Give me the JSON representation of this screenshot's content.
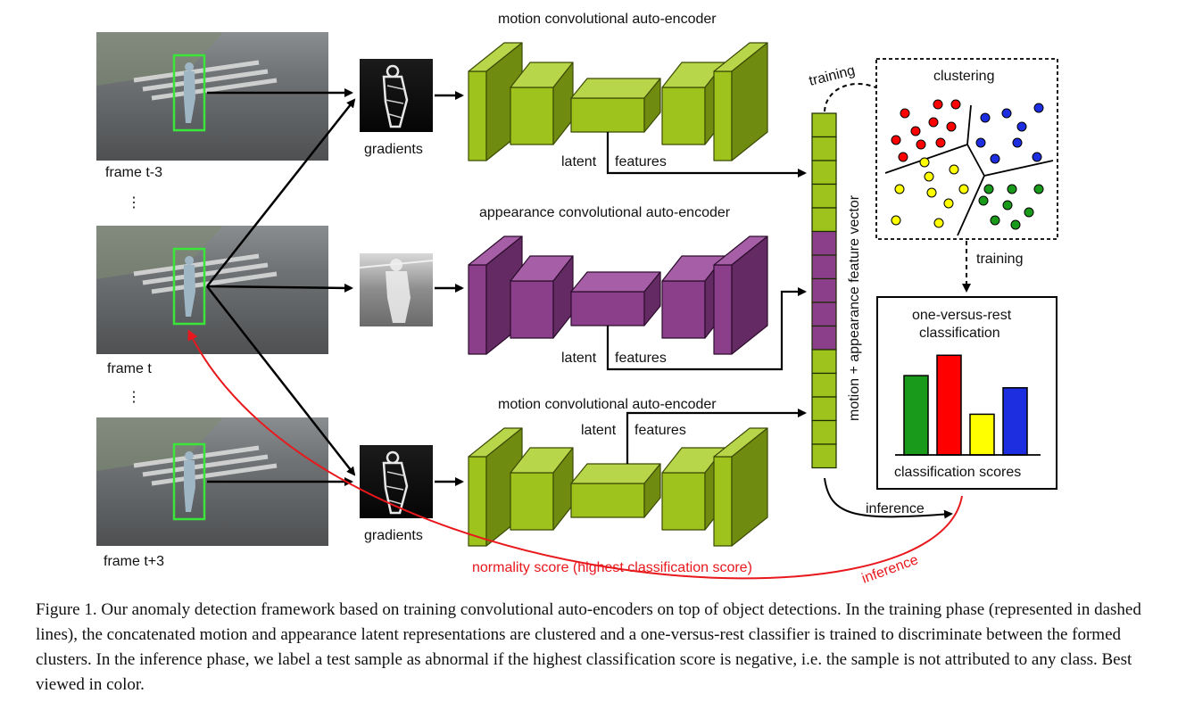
{
  "labels": {
    "frame_top": "frame t-3",
    "frame_mid": "frame t",
    "frame_bot": "frame t+3",
    "dots": "⋮",
    "gradients_top": "gradients",
    "gradients_bot": "gradients",
    "ae_motion_top": "motion convolutional auto-encoder",
    "ae_appearance": "appearance convolutional auto-encoder",
    "ae_motion_bot": "motion convolutional auto-encoder",
    "latent": "latent",
    "features": "features",
    "feature_vector": "motion + appearance feature vector",
    "training_top": "training",
    "training_right": "training",
    "clustering": "clustering",
    "ovr_line1": "one-versus-rest",
    "ovr_line2": "classification",
    "classification_scores": "classification scores",
    "inference_black": "inference",
    "inference_red": "inference",
    "normality_score": "normality score (highest classification score)"
  },
  "colors": {
    "motion": "#9dc31c",
    "appearance": "#8b3f8b",
    "red": "#e8181c",
    "frame_box": "#39e639"
  },
  "chart_data": {
    "type": "bar",
    "categories": [
      "",
      "",
      "",
      ""
    ],
    "values": [
      0.78,
      0.98,
      0.4,
      0.66
    ],
    "colors": [
      "#1a9a1a",
      "#ff0000",
      "#ffff00",
      "#1c2ee0"
    ],
    "xlabel": "classification scores",
    "ylim": [
      0,
      1
    ]
  },
  "caption": "Figure 1. Our anomaly detection framework based on training convolutional auto-encoders on top of object detections. In the training phase (represented in dashed lines), the concatenated motion and appearance latent representations are clustered and a one-versus-rest classifier is trained to discriminate between the formed clusters. In the inference phase, we label a test sample as abnormal if the highest classification score is negative, i.e. the sample is not attributed to any class. Best viewed in color."
}
